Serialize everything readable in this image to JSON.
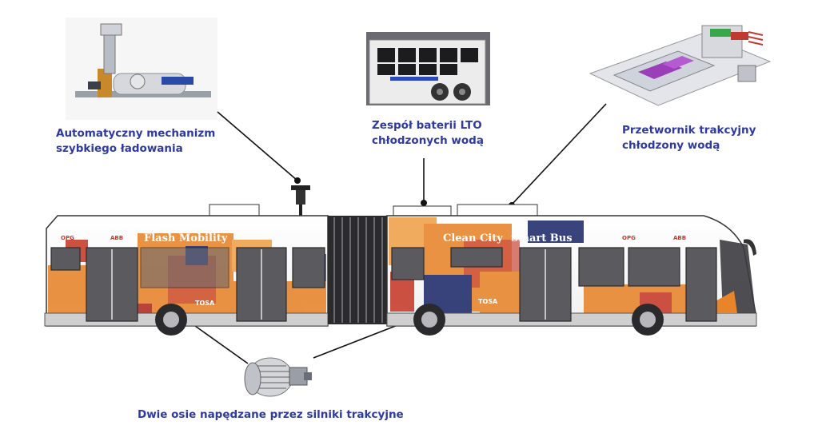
{
  "callouts": {
    "charging": [
      "Automatyczny mechanizm",
      "szybkiego ładowania"
    ],
    "battery": [
      "Zespół baterii LTO",
      "chłodzonych wodą"
    ],
    "converter": [
      "Przetwornik trakcyjny",
      "chłodzony wodą"
    ],
    "motors": "Dwie osie napędzane przez silniki trakcyjne"
  },
  "bus": {
    "livery_left": "Flash Mobility",
    "livery_right": [
      "Clean City",
      "Smart Bus"
    ],
    "brand": "TOSA",
    "logos": [
      "OPG",
      "ABB"
    ]
  },
  "colors": {
    "callout_text": "#2f3aa0",
    "livery_orange": "#e8842a",
    "livery_red": "#c63a2a",
    "livery_navy": "#1e2a6b",
    "window": "#5a5a5f"
  }
}
